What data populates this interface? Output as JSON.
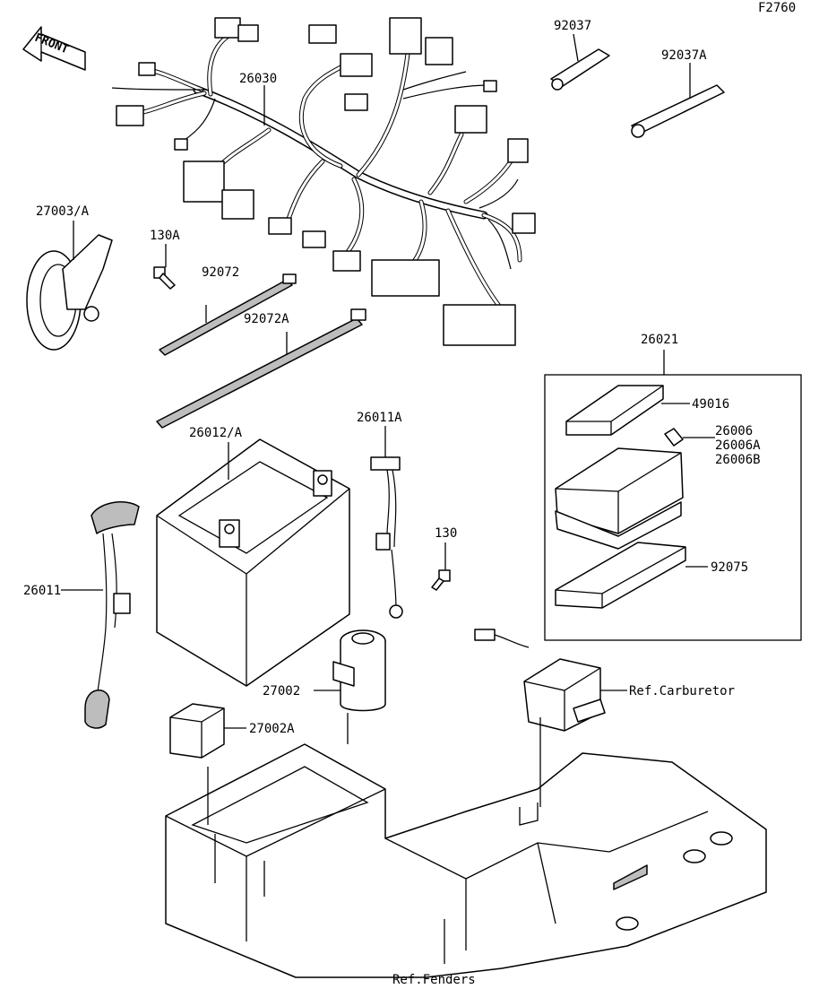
{
  "figure_code": "F2760",
  "direction_arrow": "FRONT",
  "labels": {
    "harness": "26030",
    "band_92037": "92037",
    "band_92037a": "92037A",
    "horn": "27003/A",
    "bolt_130a": "130A",
    "tie_92072": "92072",
    "tie_92072a": "92072A",
    "fuse_box": "26021",
    "cover_49016": "49016",
    "fuse_26006": "26006",
    "fuse_26006a": "26006A",
    "fuse_26006b": "26006B",
    "case_92075": "92075",
    "battery": "26012/A",
    "lead_26011a": "26011A",
    "bolt_130": "130",
    "lead_26011": "26011",
    "relay_27002": "27002",
    "relay_27002a": "27002A",
    "ref_carburetor": "Ref.Carburetor",
    "ref_fenders": "Ref.Fenders"
  }
}
